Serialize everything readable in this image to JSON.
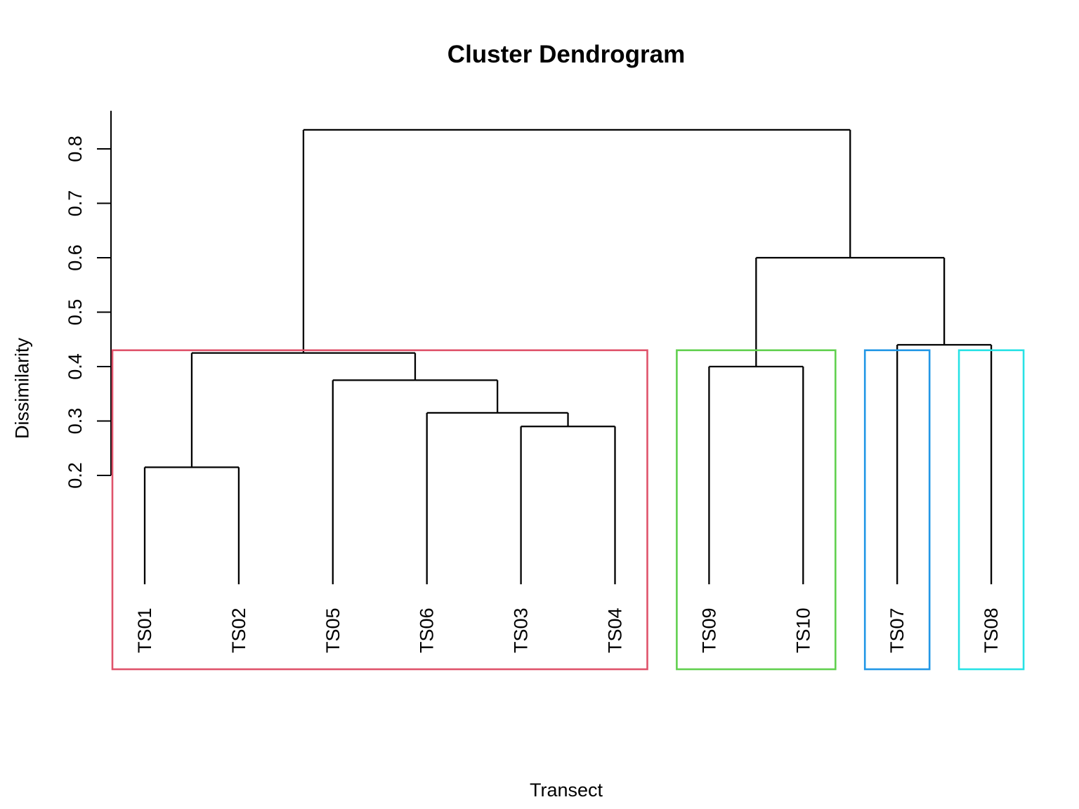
{
  "page": {
    "background_color": "#FFFFFF",
    "text_color": "#000000"
  },
  "chart_data": {
    "type": "dendrogram",
    "title": "Cluster Dendrogram",
    "xlabel": "Transect",
    "ylabel": "Dissimilarity",
    "leaf_order": [
      "TS01",
      "TS02",
      "TS05",
      "TS06",
      "TS03",
      "TS04",
      "TS09",
      "TS10",
      "TS07",
      "TS08"
    ],
    "tree": {
      "height": 0.835,
      "children": [
        {
          "height": 0.425,
          "children": [
            {
              "height": 0.215,
              "children": [
                {
                  "leaf": "TS01"
                },
                {
                  "leaf": "TS02"
                }
              ]
            },
            {
              "height": 0.375,
              "children": [
                {
                  "leaf": "TS05"
                },
                {
                  "height": 0.315,
                  "children": [
                    {
                      "leaf": "TS06"
                    },
                    {
                      "height": 0.29,
                      "children": [
                        {
                          "leaf": "TS03"
                        },
                        {
                          "leaf": "TS04"
                        }
                      ]
                    }
                  ]
                }
              ]
            }
          ]
        },
        {
          "height": 0.6,
          "children": [
            {
              "height": 0.4,
              "children": [
                {
                  "leaf": "TS09"
                },
                {
                  "leaf": "TS10"
                }
              ]
            },
            {
              "height": 0.44,
              "children": [
                {
                  "leaf": "TS07"
                },
                {
                  "leaf": "TS08"
                }
              ]
            }
          ]
        }
      ]
    },
    "y_ticks": [
      0.2,
      0.3,
      0.4,
      0.5,
      0.6,
      0.7,
      0.8
    ],
    "y_tick_labels": [
      "0.2",
      "0.3",
      "0.4",
      "0.5",
      "0.6",
      "0.7",
      "0.8"
    ],
    "ylim": [
      0,
      0.87
    ],
    "grid": false,
    "line_color": "#000000",
    "axis_color": "#000000",
    "cut_height": 0.43,
    "clusters": [
      {
        "members": [
          "TS01",
          "TS02",
          "TS05",
          "TS06",
          "TS03",
          "TS04"
        ],
        "border_color": "#DF536B"
      },
      {
        "members": [
          "TS09",
          "TS10"
        ],
        "border_color": "#61D04F"
      },
      {
        "members": [
          "TS07"
        ],
        "border_color": "#2297E6"
      },
      {
        "members": [
          "TS08"
        ],
        "border_color": "#28E2E5"
      }
    ]
  }
}
